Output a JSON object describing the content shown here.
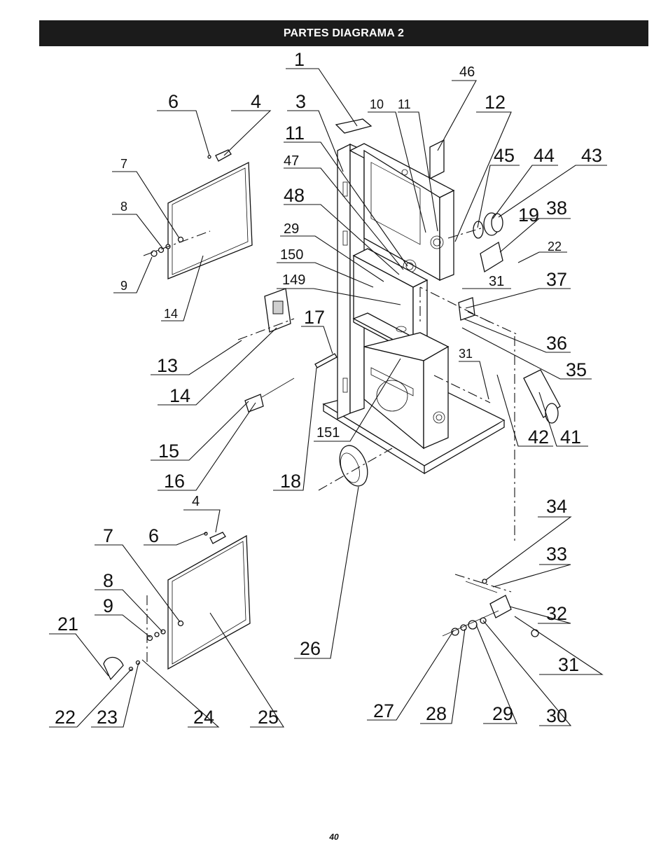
{
  "header": {
    "title": "PARTES DIAGRAMA 2"
  },
  "footer": {
    "page_number": "40"
  },
  "callouts": [
    "1",
    "6",
    "4",
    "3",
    "46",
    "10",
    "11",
    "12",
    "7",
    "11",
    "47",
    "45",
    "44",
    "43",
    "8",
    "48",
    "19",
    "38",
    "29",
    "22",
    "150",
    "9",
    "149",
    "31",
    "37",
    "14",
    "17",
    "36",
    "13",
    "31",
    "35",
    "14",
    "42",
    "41",
    "15",
    "151",
    "16",
    "18",
    "4",
    "34",
    "7",
    "6",
    "33",
    "8",
    "9",
    "32",
    "21",
    "26",
    "31",
    "22",
    "23",
    "24",
    "25",
    "27",
    "28",
    "29",
    "30"
  ]
}
